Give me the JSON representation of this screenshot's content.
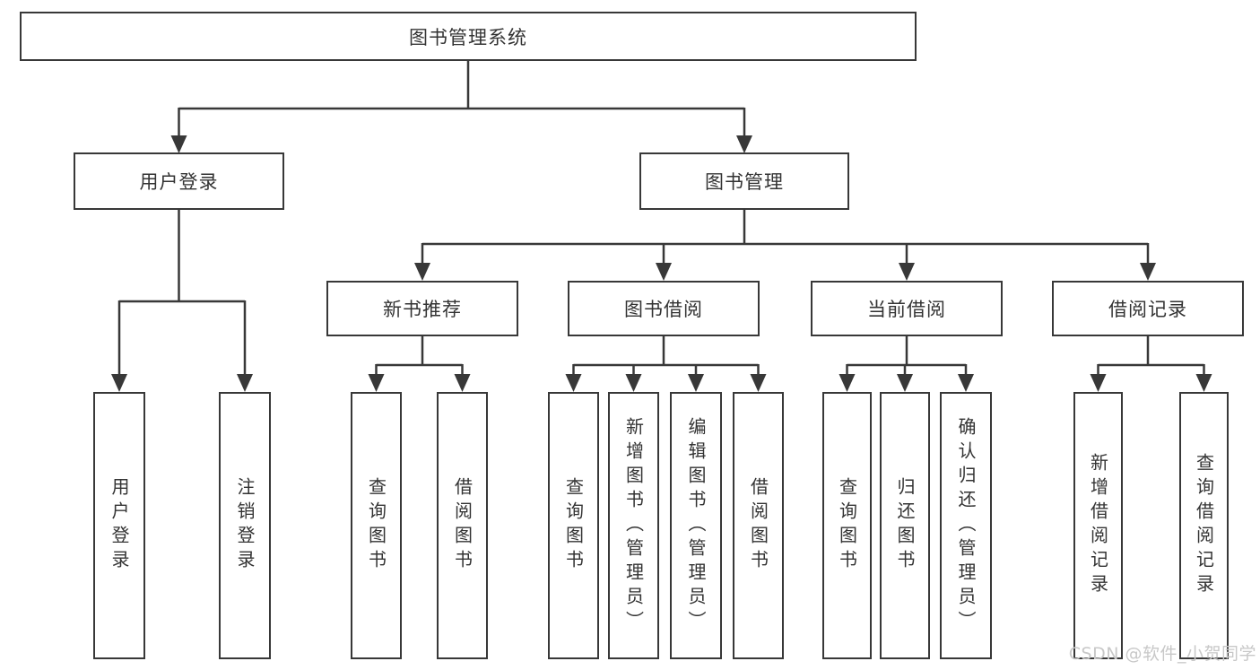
{
  "diagram": {
    "title": "图书管理系统",
    "root": "图书管理系统",
    "level2": {
      "user_login": "用户登录",
      "book_management": "图书管理"
    },
    "level3": {
      "new_book_recommend": "新书推荐",
      "book_borrowing": "图书借阅",
      "current_borrowing": "当前借阅",
      "borrowing_records": "借阅记录"
    },
    "leaves": {
      "user_login": "用户登录",
      "logout": "注销登录",
      "nb_query_books": "查询图书",
      "nb_borrow_books": "借阅图书",
      "bb_query_books": "查询图书",
      "bb_add_books": "新增图书（管理员）",
      "bb_edit_books": "编辑图书（管理员）",
      "bb_borrow_books": "借阅图书",
      "cb_query_books": "查询图书",
      "cb_return_books": "归还图书",
      "cb_confirm_return": "确认归还（管理员）",
      "br_add_record": "新增借阅记录",
      "br_query_record": "查询借阅记录"
    }
  },
  "watermark": "CSDN @软件_小贺同学",
  "colors": {
    "line": "#383838",
    "text": "#333333",
    "background": "#ffffff",
    "watermark": "#c8c8c8"
  }
}
